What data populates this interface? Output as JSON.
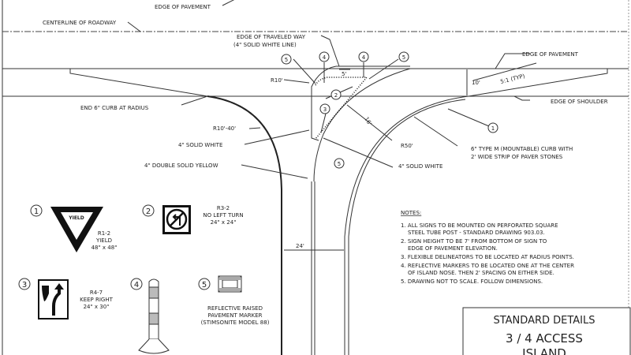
{
  "labels": {
    "edge_of_pavement_top": "EDGE OF PAVEMENT",
    "centerline": "CENTERLINE OF ROADWAY",
    "edge_of_traveled_way_1": "EDGE OF TRAVELED WAY",
    "edge_of_traveled_way_2": "(4\" SOLID WHITE LINE)",
    "edge_of_pavement_right": "EDGE OF PAVEMENT",
    "edge_of_shoulder": "EDGE OF SHOULDER",
    "dim_5": "5'",
    "dim_10": "10'",
    "slope": "5:1 (TYP)",
    "r10": "R10'",
    "end_curb": "END 6\" CURB AT RADIUS",
    "r10_40": "R10'-40'",
    "solid_white_left": "4\" SOLID WHITE",
    "double_yellow": "4\" DOUBLE SOLID YELLOW",
    "dim_16": "16'",
    "r50": "R50'",
    "solid_white_right": "4\" SOLID WHITE",
    "curb_note_1": "6\" TYPE M (MOUNTABLE) CURB WITH",
    "curb_note_2": "2' WIDE STRIP OF PAVER STONES",
    "dim_24": "24'"
  },
  "callouts": [
    "1",
    "2",
    "3",
    "4",
    "5"
  ],
  "legend": {
    "yield": {
      "text": "YIELD",
      "code": "R1-2",
      "name": "YIELD",
      "size": "48\" x 48\""
    },
    "no_left": {
      "code": "R3-2",
      "name": "NO LEFT TURN",
      "size": "24\" x 24\""
    },
    "keep_right": {
      "code": "R4-7",
      "name": "KEEP RIGHT",
      "size": "24\" x 30\""
    },
    "marker": {
      "line1": "REFLECTIVE RAISED",
      "line2": "PAVEMENT MARKER",
      "line3": "(STIMSONITE MODEL 88)"
    }
  },
  "notes": {
    "title": "NOTES:",
    "items": [
      [
        "1. ALL SIGNS TO BE MOUNTED ON PERFORATED SQUARE",
        "STEEL TUBE POST - STANDARD DRAWING 903.03."
      ],
      [
        "2. SIGN HEIGHT TO BE 7' FROM BOTTOM OF SIGN TO",
        "EDGE OF PAVEMENT ELEVATION."
      ],
      [
        "3. FLEXIBLE DELINEATORS TO BE LOCATED AT RADIUS POINTS."
      ],
      [
        "4. REFLECTIVE MARKERS TO BE LOCATED ONE AT THE CENTER",
        "OF ISLAND NOSE.  THEN 2' SPACING ON EITHER SIDE."
      ],
      [
        "5. DRAWING NOT TO SCALE.  FOLLOW DIMENSIONS."
      ]
    ]
  },
  "title_block": {
    "line1": "STANDARD DETAILS",
    "line2": "3 / 4  ACCESS",
    "line3": "ISLAND"
  }
}
